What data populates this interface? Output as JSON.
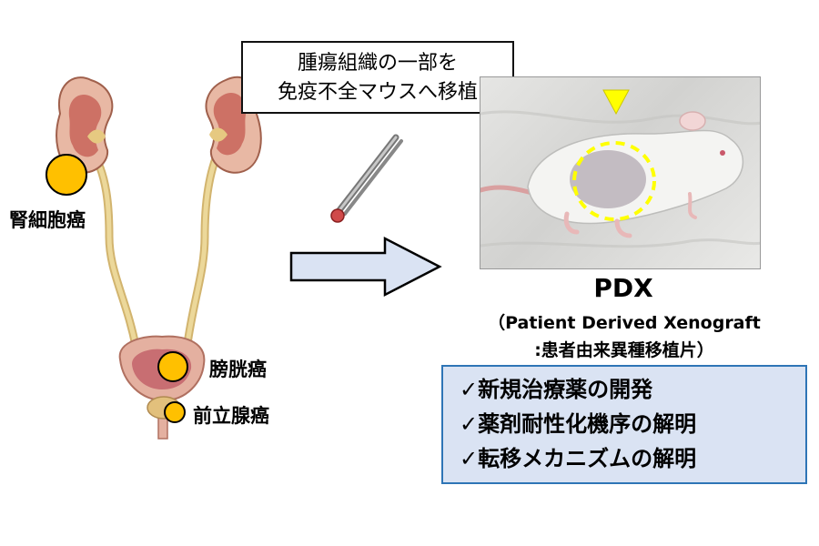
{
  "left_labels": {
    "kidney_cancer": "腎細胞癌",
    "bladder_cancer": "膀胱癌",
    "prostate_cancer": "前立腺癌"
  },
  "note": {
    "line1": "腫瘍組織の一部を",
    "line2": "免疫不全マウスへ移植"
  },
  "pdx": {
    "title": "PDX",
    "subtitle_line1": "（Patient Derived Xenograft",
    "subtitle_line2": ":患者由来異種移植片）"
  },
  "applications": [
    "✓新規治療薬の開発",
    "✓薬剤耐性化機序の解明",
    "✓転移メカニズムの解明"
  ],
  "colors": {
    "tumor_marker": "#ffc000",
    "arrow_fill": "#dae3f3",
    "box_fill": "#dae3f3",
    "box_border": "#2e75b6",
    "target_marker": "#ffff00"
  },
  "icons": {
    "tweezers": "tweezers-icon",
    "arrow": "right-arrow-icon",
    "triangle": "pointer-triangle-icon"
  }
}
